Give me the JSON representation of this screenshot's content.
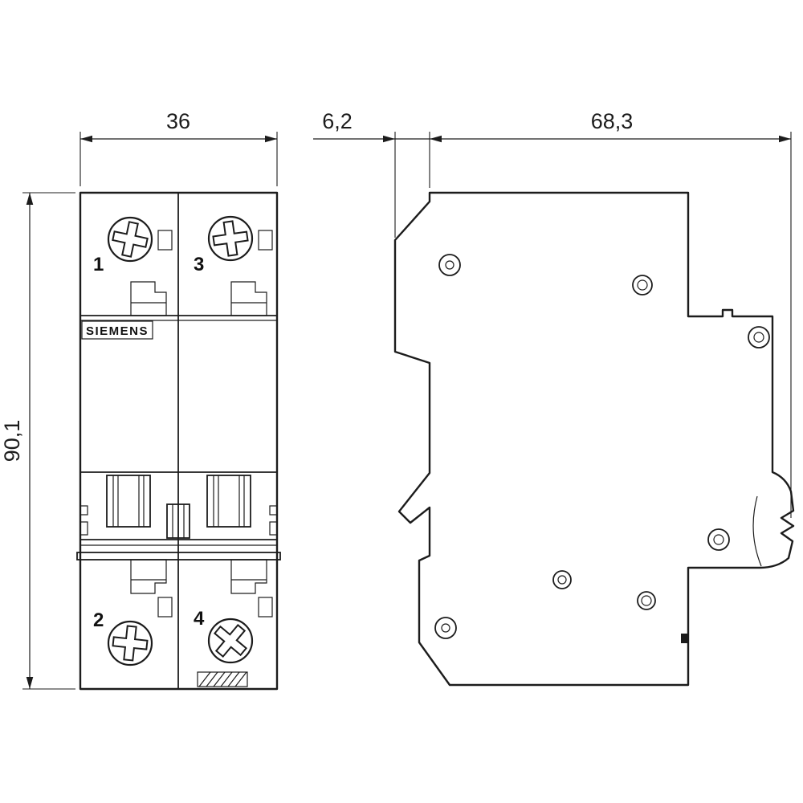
{
  "brand": {
    "label": "SIEMENS"
  },
  "dimensions": {
    "width": "36",
    "height": "90,1",
    "depth_front": "6,2",
    "depth_total": "68,3"
  },
  "poles": {
    "t1": "1",
    "t3": "3",
    "t2": "2",
    "t4": "4"
  },
  "colors": {
    "line": "#1c1c1c",
    "background": "#ffffff"
  }
}
